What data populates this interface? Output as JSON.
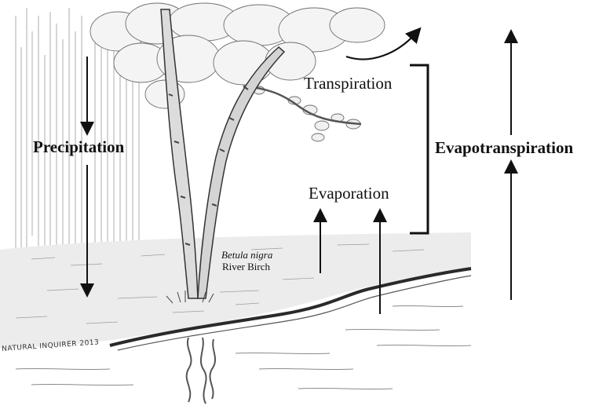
{
  "labels": {
    "precipitation": "Precipitation",
    "transpiration": "Transpiration",
    "evaporation": "Evaporation",
    "evapotranspiration": "Evapotranspiration",
    "species_latin": "Betula nigra",
    "species_common": "River Birch",
    "credit": "NATURAL INQUIRER 2013"
  },
  "colors": {
    "ink": "#111111",
    "pencil": "#7a7a7a",
    "water_line": "#2a2a2a"
  },
  "icons": [
    "rain-streaks",
    "birch-tree",
    "flow-arrow",
    "bracket",
    "stream"
  ]
}
